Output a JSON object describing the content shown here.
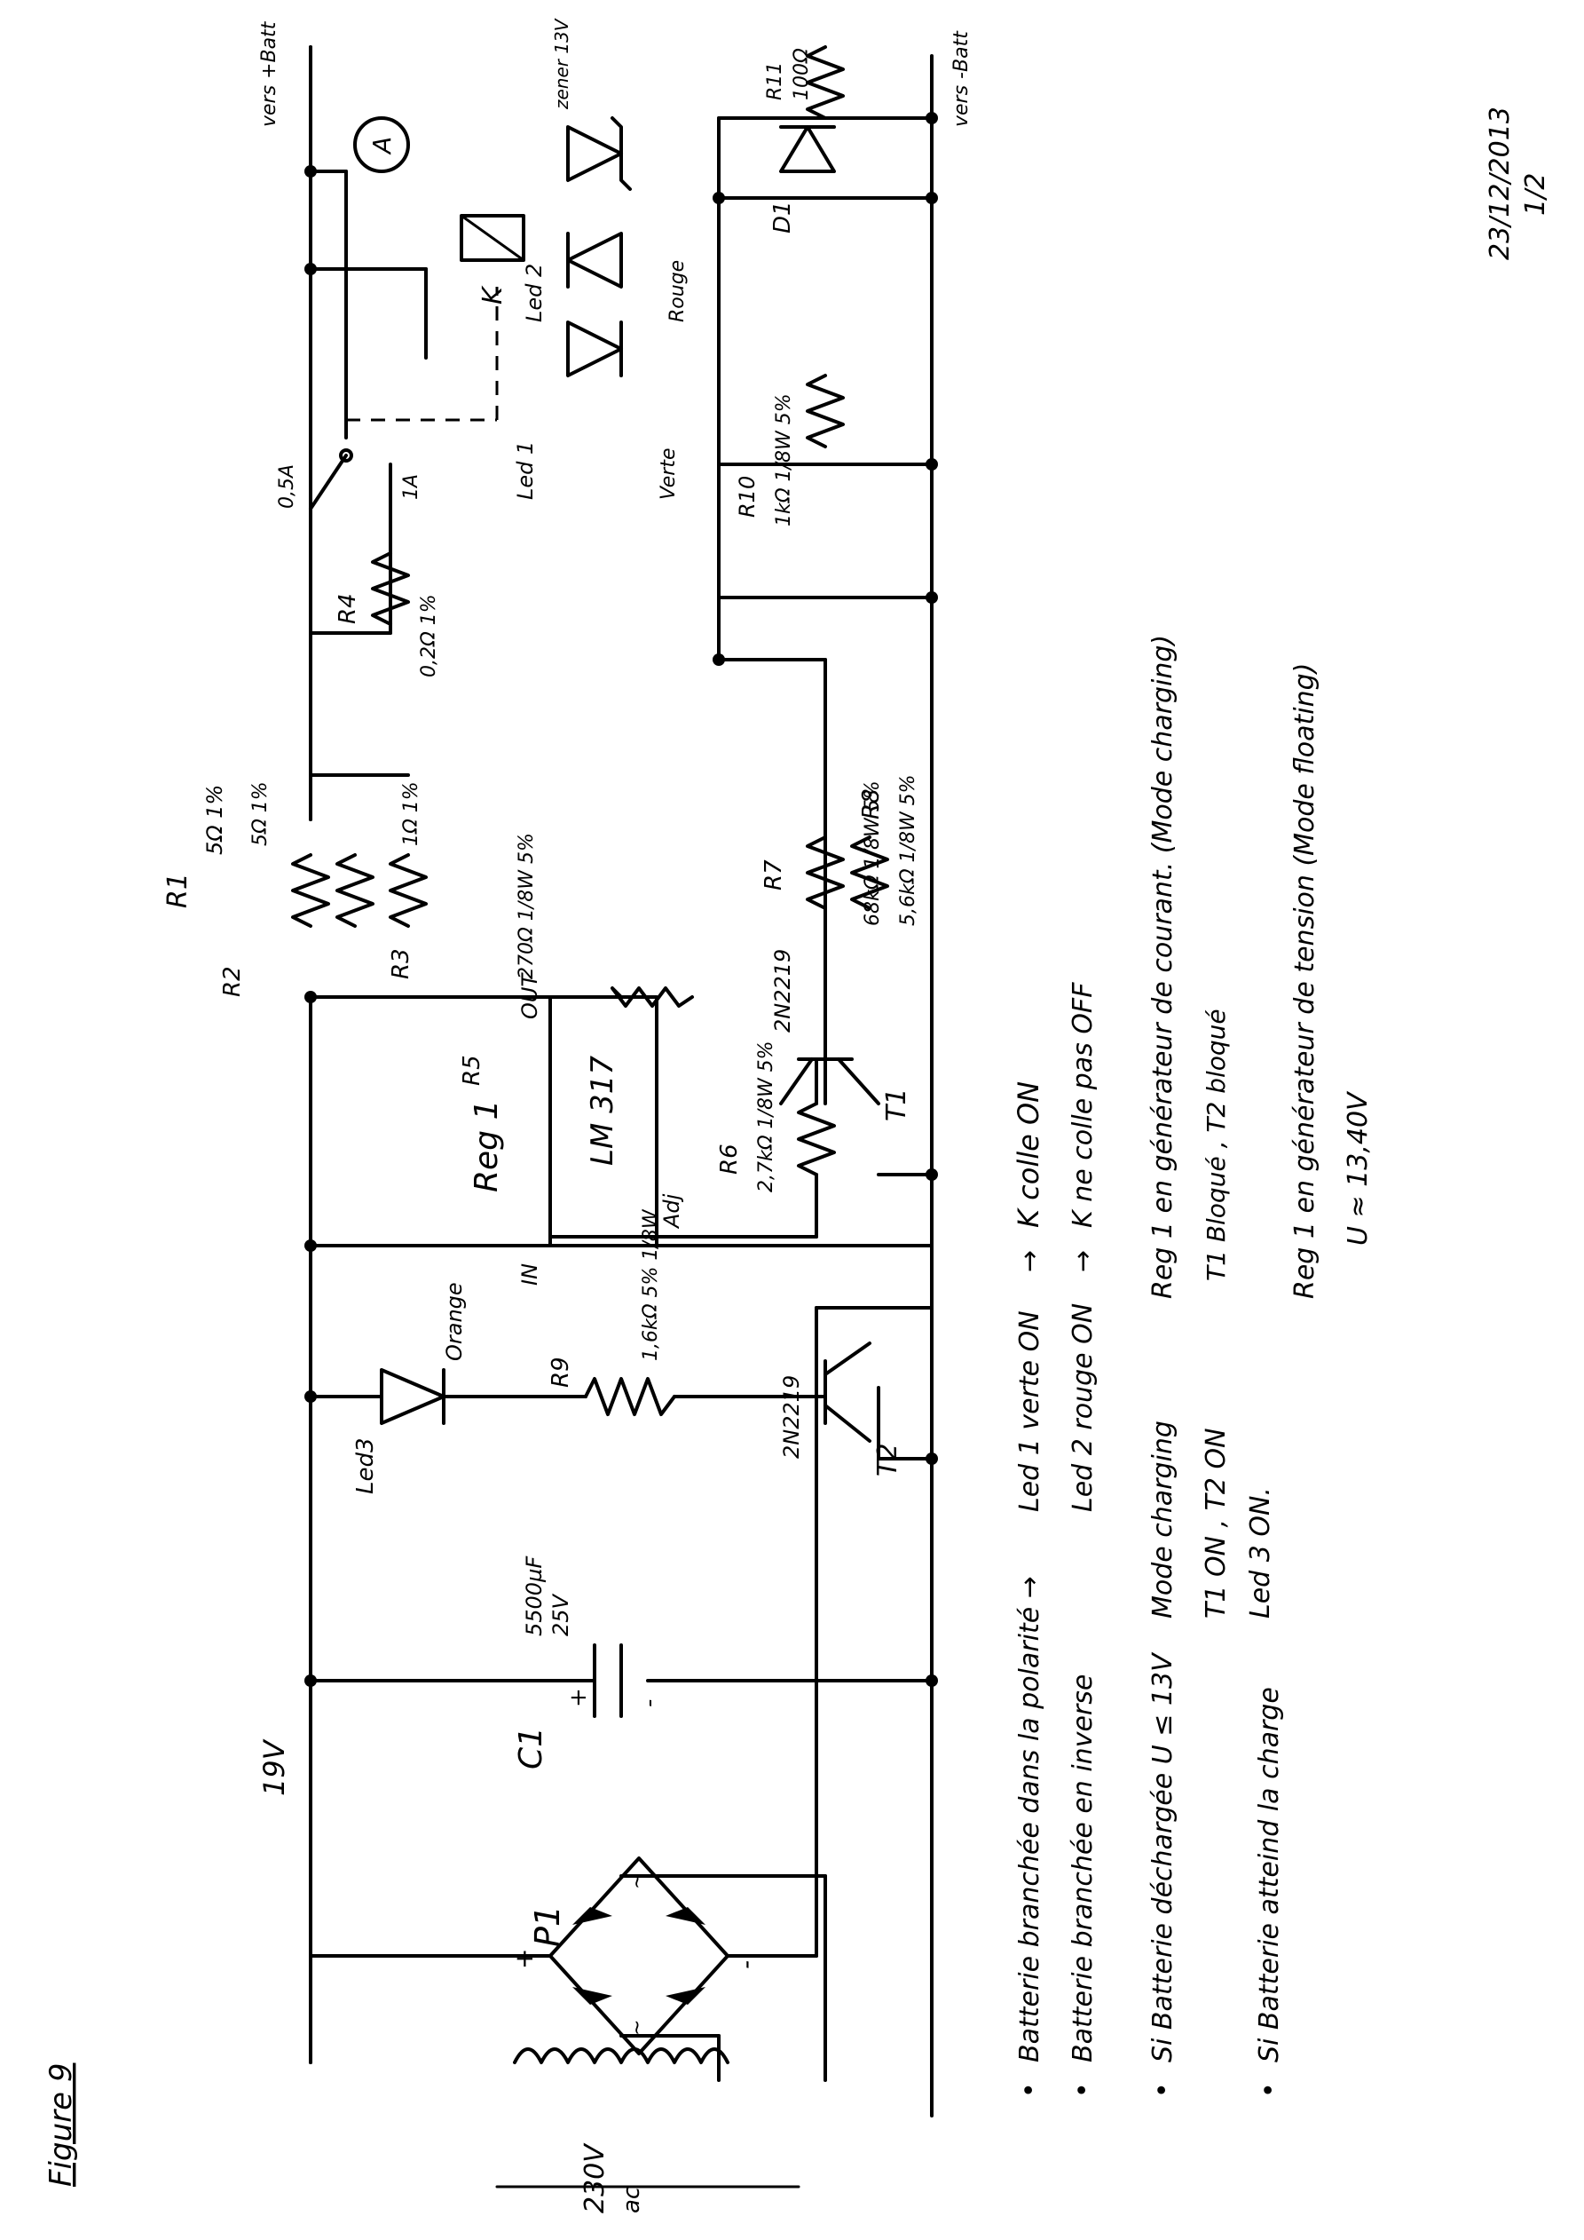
{
  "figure_label": "Figure 9",
  "date": "23/12/2013",
  "page": "1/2",
  "transformer": {
    "input": "230V",
    "ac": "ac"
  },
  "bridge": {
    "label": "P1",
    "plus": "+",
    "minus": "-",
    "ac": "~"
  },
  "rails": {
    "v19": "19V",
    "to_bat_plus": "vers +Batt",
    "to_bat_minus": "vers -Batt"
  },
  "c1": {
    "label": "C1",
    "value": "5500µF",
    "voltage": "25V",
    "plus": "+",
    "minus": "-"
  },
  "reg1": {
    "label": "Reg 1",
    "chip": "LM 317",
    "in": "IN",
    "out": "OUT",
    "adj": "Adj"
  },
  "led3": {
    "label": "Led3",
    "color": "Orange"
  },
  "r9": {
    "label": "R9",
    "value": "1,6kΩ 5% 1/8W"
  },
  "t2": {
    "label": "T2",
    "part": "2N2219"
  },
  "r6": {
    "label": "R6",
    "value": "2,7kΩ 1/8W 5%"
  },
  "t1": {
    "label": "T1",
    "part": "2N2219"
  },
  "r7": {
    "label": "R7",
    "value": "68kΩ 1/8W 5%"
  },
  "r8": {
    "label": "R8",
    "value": "5,6kΩ 1/8W 5%"
  },
  "r5": {
    "label": "R5",
    "value": "270Ω 1/8W 5%"
  },
  "r1": {
    "label": "R1",
    "value": "5Ω 1%"
  },
  "r2": {
    "label": "R2",
    "value": "5Ω 1%"
  },
  "r3": {
    "label": "R3",
    "value": "1Ω 1%"
  },
  "r4": {
    "label": "R4",
    "value": "0,2Ω 1%",
    "range": "1A"
  },
  "switch": {
    "pos1": "0,5A"
  },
  "led1": {
    "label": "Led 1",
    "color": "Verte"
  },
  "led2": {
    "label": "Led 2",
    "color": "Rouge"
  },
  "relay": {
    "label": "K"
  },
  "ammeter": {
    "label": "A"
  },
  "r10": {
    "label": "R10",
    "value": "1kΩ 1/8W 5%"
  },
  "d1": {
    "label": "D1"
  },
  "r11": {
    "label": "R11",
    "value": "100Ω"
  },
  "zener": {
    "label": "zener 13V"
  },
  "notes": [
    {
      "bullet": "•",
      "condition": "Batterie branchée dans la polarité →",
      "state1": "Led 1 verte ON",
      "arrow": "→",
      "result": "K colle ON"
    },
    {
      "bullet": "•",
      "condition": "Batterie branchée en inverse",
      "state1": "Led 2 rouge ON",
      "arrow": "→",
      "result": "K ne colle pas OFF"
    },
    {
      "bullet": "•",
      "condition": "Si Batterie déchargée U ≤ 13V",
      "state1": "Mode charging",
      "state2": "T1 ON , T2 ON",
      "state3": "Led 3 ON.",
      "result": "Reg 1 en générateur de courant. (Mode charging)",
      "result2": "T1 Bloqué , T2 bloqué"
    },
    {
      "bullet": "•",
      "condition": "Si Batterie atteind la charge",
      "result": "Reg 1 en générateur de tension (Mode floating)",
      "result2": "U ≈ 13,40V"
    }
  ]
}
